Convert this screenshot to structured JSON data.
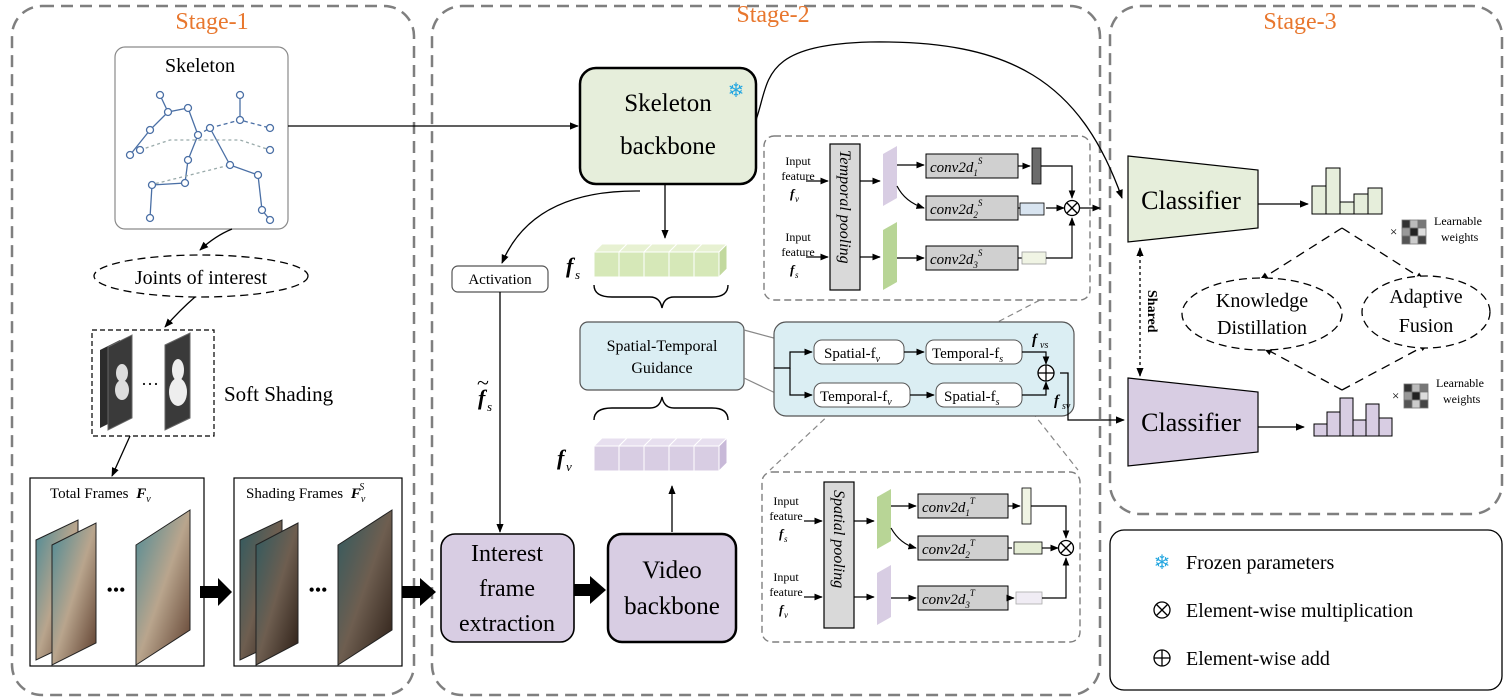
{
  "stages": {
    "stage1": "Stage-1",
    "stage2": "Stage-2",
    "stage3": "Stage-3"
  },
  "stage1": {
    "skeleton_label": "Skeleton",
    "joints_of_interest": "Joints of interest",
    "soft_shading": "Soft Shading",
    "ellipsis": "···",
    "total_frames_label": "Total Frames",
    "total_frames_symbol": "F",
    "total_frames_sub": "v",
    "shading_frames_label": "Shading Frames",
    "shading_frames_symbol": "F",
    "shading_frames_sub": "v",
    "shading_frames_sup": "S",
    "frames_ellipsis": "•••"
  },
  "stage2": {
    "skeleton_backbone_line1": "Skeleton",
    "skeleton_backbone_line2": "backbone",
    "activation": "Activation",
    "fs_symbol": "f",
    "fs_sub": "s",
    "fs_tilde_symbol": "f",
    "fs_tilde_sub": "s",
    "fs_tilde_mark": "~",
    "fv_symbol": "f",
    "fv_sub": "v",
    "guidance_line1": "Spatial-Temporal",
    "guidance_line2": "Guidance",
    "interest_line1": "Interest",
    "interest_line2": "frame",
    "interest_line3": "extraction",
    "video_line1": "Video",
    "video_line2": "backbone",
    "st_module": {
      "spatial_fv": "Spatial-f",
      "spatial_fv_sub": "v",
      "temporal_fs": "Temporal-f",
      "temporal_fs_sub": "s",
      "temporal_fv": "Temporal-f",
      "temporal_fv_sub": "v",
      "spatial_fs": "Spatial-f",
      "spatial_fs_sub": "s",
      "fvs_symbol": "f",
      "fvs_sub": "vs",
      "fsv_symbol": "f",
      "fsv_sub": "sv"
    },
    "top_detail": {
      "input_line1": "Input",
      "input_line2": "feature",
      "input_fv_symbol": "f",
      "input_fv_sub": "v",
      "input_fs_symbol": "f",
      "input_fs_sub": "s",
      "pooling": "Temporal pooling",
      "conv1": "conv2d",
      "conv1_sub": "1",
      "conv1_sup": "S",
      "conv2": "conv2d",
      "conv2_sub": "2",
      "conv2_sup": "S",
      "conv3": "conv2d",
      "conv3_sub": "3",
      "conv3_sup": "S"
    },
    "bottom_detail": {
      "input_line1": "Input",
      "input_line2": "feature",
      "input_fs_symbol": "f",
      "input_fs_sub": "s",
      "input_fv_symbol": "f",
      "input_fv_sub": "v",
      "pooling": "Spatial pooling",
      "conv1": "conv2d",
      "conv1_sub": "1",
      "conv1_sup": "T",
      "conv2": "conv2d",
      "conv2_sub": "2",
      "conv2_sup": "T",
      "conv3": "conv2d",
      "conv3_sub": "3",
      "conv3_sup": "T"
    }
  },
  "stage3": {
    "classifier_top": "Classifier",
    "classifier_bottom": "Classifier",
    "shared": "Shared",
    "learnable_top_line1": "Learnable",
    "learnable_top_line2": "weights",
    "learnable_bottom_line1": "Learnable",
    "learnable_bottom_line2": "weights",
    "times_top": "×",
    "times_bottom": "×",
    "kd_line1": "Knowledge",
    "kd_line2": "Distillation",
    "af_line1": "Adaptive",
    "af_line2": "Fusion"
  },
  "legend": {
    "frozen_icon": "❄",
    "frozen": "Frozen  parameters",
    "mult": "Element-wise multiplication",
    "add": "Element-wise add"
  },
  "colors": {
    "stage_title": "#e8772e",
    "skeleton_green": "#e6eedb",
    "video_purple": "#d8cde3",
    "guidance_blue": "#dbeef3",
    "frozen_blue": "#26a7e0"
  },
  "icons": {
    "frozen": "snowflake-icon",
    "mult": "circle-times-icon",
    "add": "circle-plus-icon"
  }
}
